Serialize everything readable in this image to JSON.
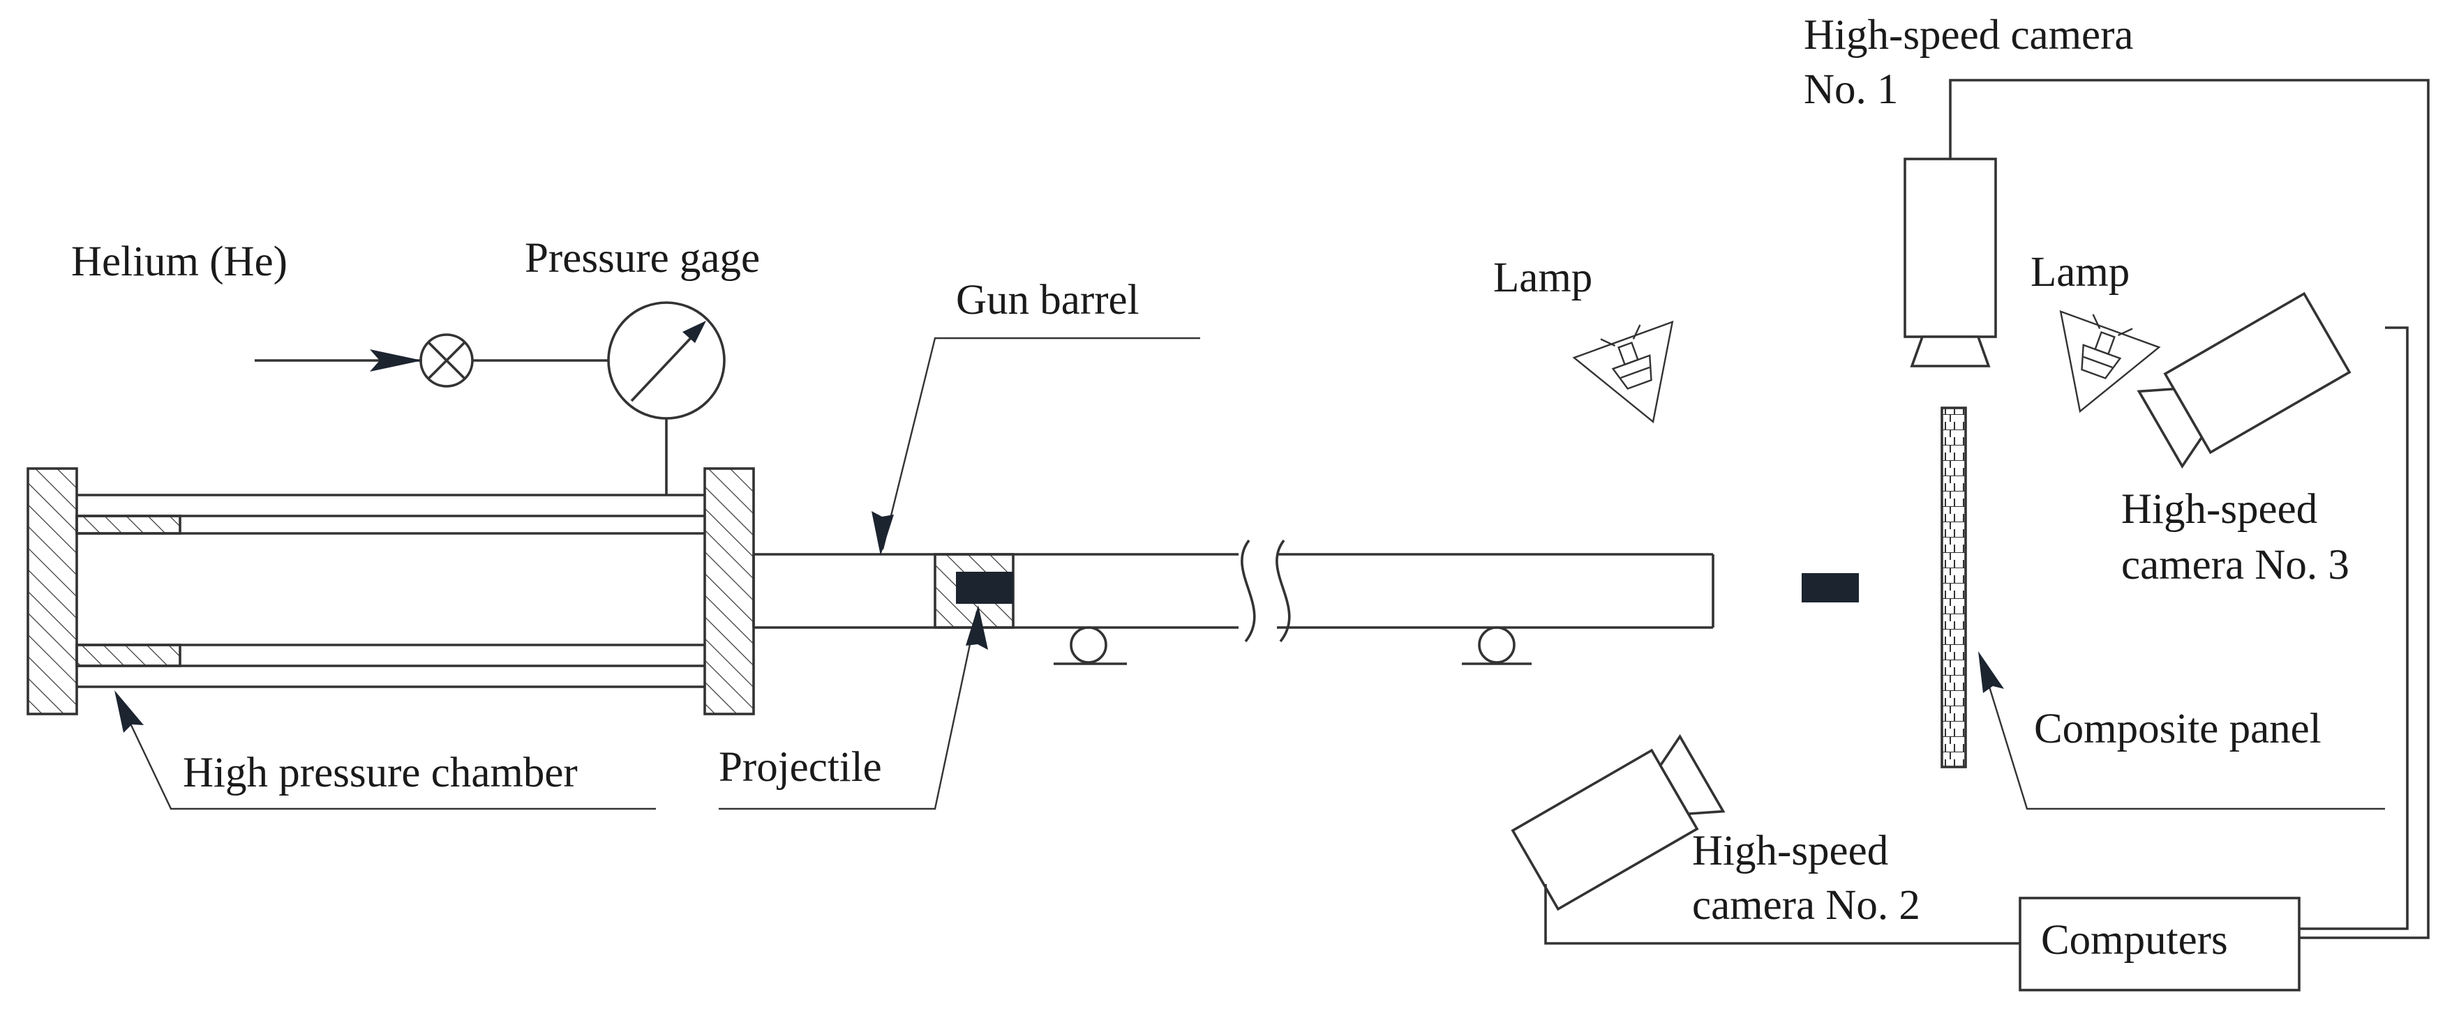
{
  "labels": {
    "helium": "Helium (He)",
    "pressure_gage": "Pressure gage",
    "gun_barrel": "Gun barrel",
    "lamp_left": "Lamp",
    "lamp_right": "Lamp",
    "camera1_line1": "High-speed camera",
    "camera1_line2": "No. 1",
    "camera3_line1": "High-speed",
    "camera3_line2": "camera No. 3",
    "composite_panel": "Composite panel",
    "camera2_line1": "High-speed",
    "camera2_line2": "camera No. 2",
    "computers": "Computers",
    "high_pressure_chamber": "High pressure chamber",
    "projectile": "Projectile"
  }
}
